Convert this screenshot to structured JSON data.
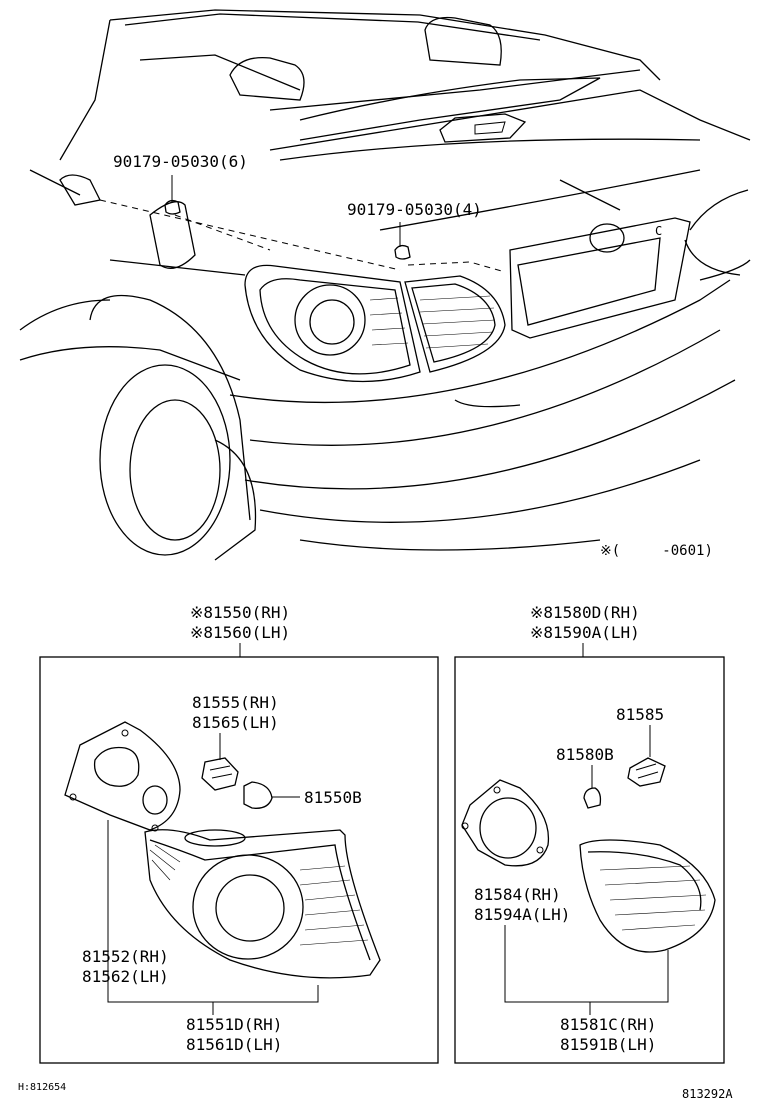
{
  "top_view": {
    "bolt_left": "90179-05030(6)",
    "bolt_right": "90179-05030(4)",
    "applicability": "※(     -0601)"
  },
  "left_box": {
    "assembly": [
      "※81550(RH)",
      "※81560(LH)"
    ],
    "socket": [
      "81555(RH)",
      "81565(LH)"
    ],
    "bulb": "81550B",
    "gasket": [
      "81552(RH)",
      "81562(LH)"
    ],
    "lens": [
      "81551D(RH)",
      "81561D(LH)"
    ]
  },
  "right_box": {
    "assembly": [
      "※81580D(RH)",
      "※81590A(LH)"
    ],
    "socket": "81585",
    "bulb": "81580B",
    "gasket": [
      "81584(RH)",
      "81594A(LH)"
    ],
    "lens": [
      "81581C(RH)",
      "81591B(LH)"
    ]
  },
  "footer": {
    "left_code": "H:812654",
    "right_code": "813292A"
  }
}
